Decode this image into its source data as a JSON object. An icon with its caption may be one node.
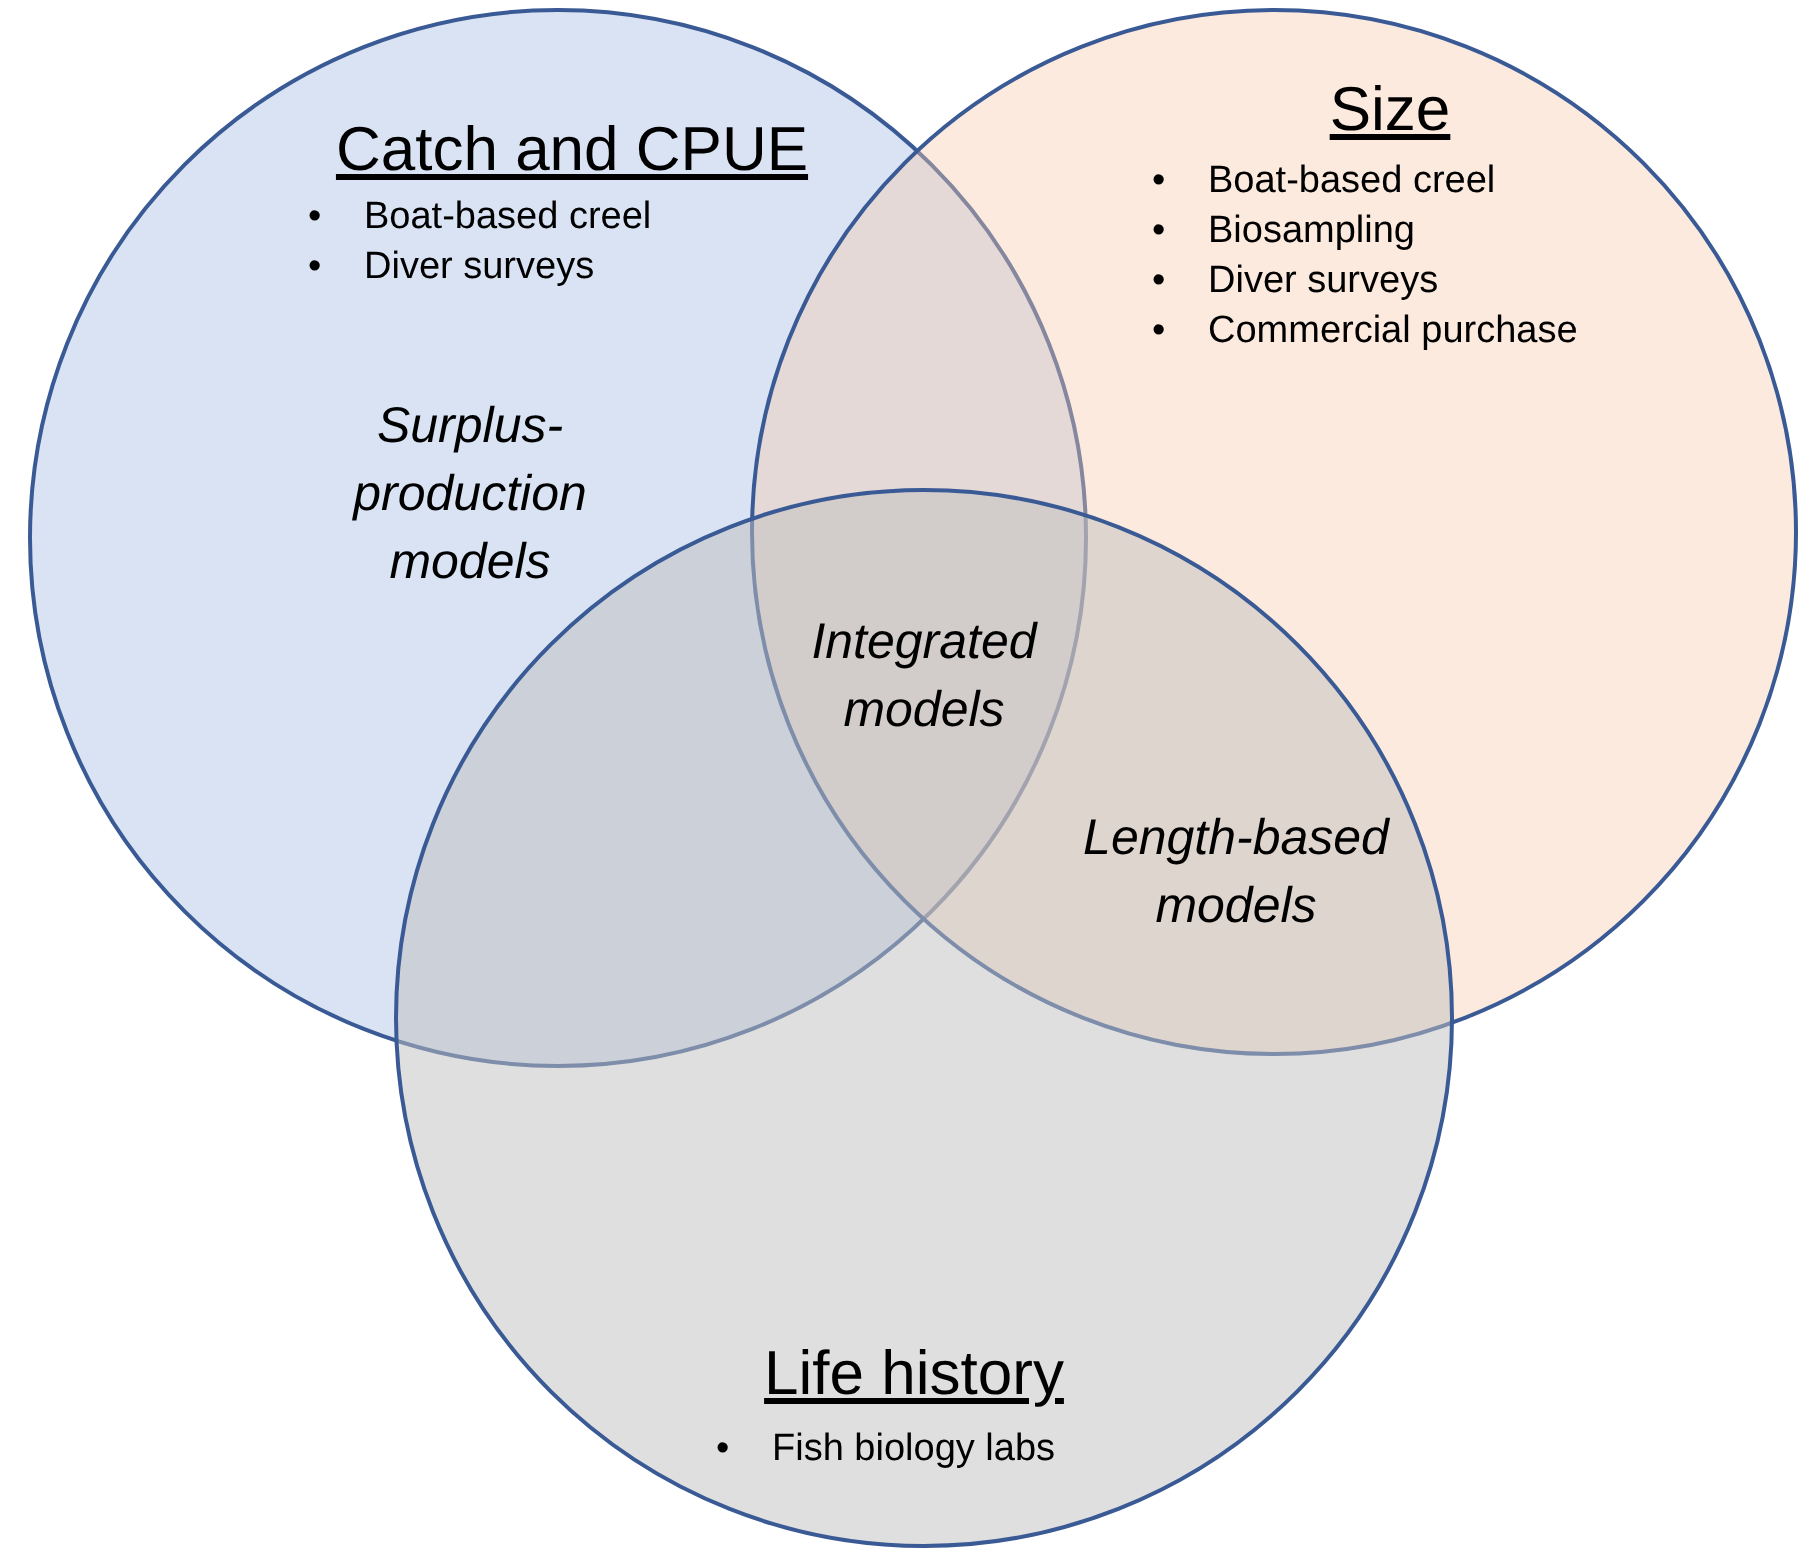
{
  "diagram": {
    "nodes": [
      {
        "text": [
          "Catch and CPUE",
          "•",
          "Boat-based creel",
          "•",
          "Diver surveys"
        ]
      },
      {
        "text": [
          "Size",
          "•",
          "Boat-based creel",
          "•",
          "Biosampling",
          "•",
          "Diver surveys",
          "•",
          "Commercial purchase"
        ]
      },
      {
        "text": [
          "Life history",
          "•",
          "Fish biology labs"
        ]
      }
    ],
    "labels": [
      "Surplus-production models",
      "Integrated models",
      "Length-based models"
    ]
  }
}
